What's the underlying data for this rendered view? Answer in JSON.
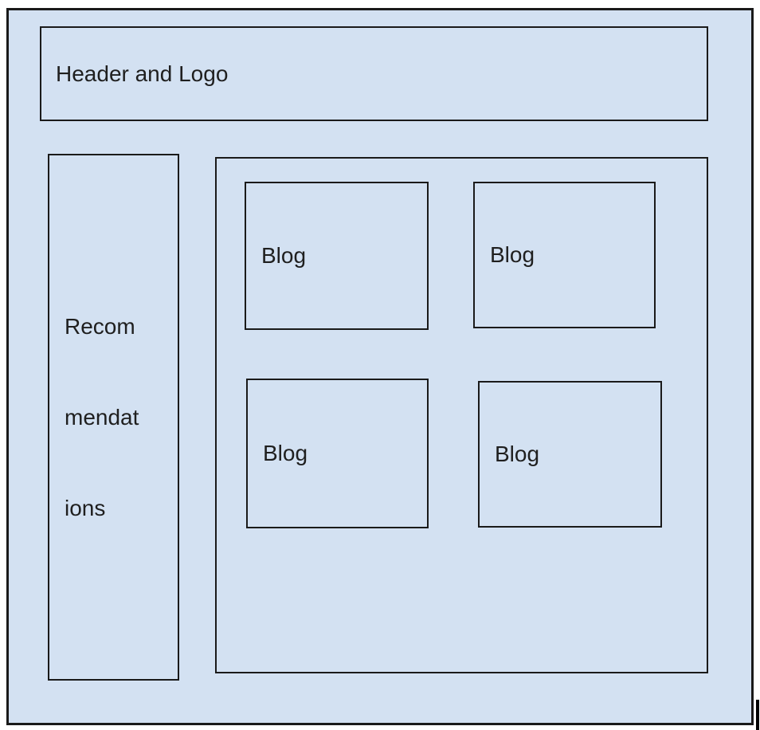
{
  "wireframe": {
    "header": {
      "label": "Header and Logo"
    },
    "sidebar": {
      "label": "Recommendations",
      "lines": [
        "Recom",
        "mendat",
        "ions"
      ]
    },
    "blogs": [
      {
        "label": "Blog"
      },
      {
        "label": "Blog"
      },
      {
        "label": "Blog"
      },
      {
        "label": "Blog"
      }
    ]
  },
  "colors": {
    "canvas_bg": "#ffffff",
    "shape_fill": "#d3e1f2",
    "shape_border": "#1a1a1a",
    "text": "#1f1f1f"
  }
}
